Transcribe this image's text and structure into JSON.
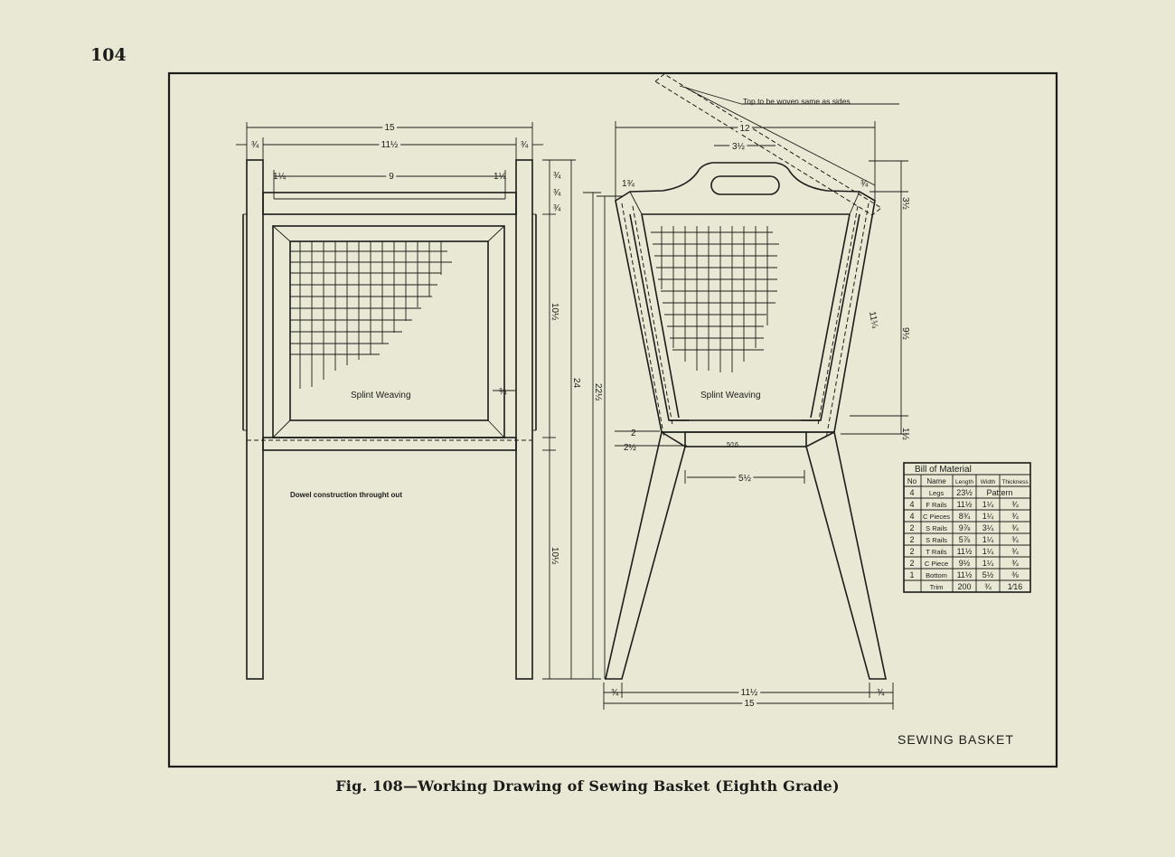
{
  "page_number": "104",
  "caption": "Fig. 108—Working Drawing of Sewing Basket (Eighth Grade)",
  "title_block": "SEWING BASKET",
  "notes": {
    "top_note": "Top to be woven same as sides",
    "weaving_left": "Splint Weaving",
    "weaving_right": "Splint Weaving",
    "dowel": "Dowel construction throught out"
  },
  "front_view_dims": {
    "overall_width": "15",
    "inner_width": "11½",
    "left_leg": "¾",
    "right_leg": "¾",
    "left_offset": "1¼",
    "right_offset": "1¼",
    "rail_span": "9",
    "top_dim_1": "¾",
    "top_dim_2": "¾",
    "top_dim_3": "¾",
    "upper_height": "10½",
    "lower_height": "10½",
    "total_height": "24",
    "leg_height": "22½",
    "frame_dim": "¾"
  },
  "side_view_dims": {
    "top_width": "12",
    "handle_width": "3½",
    "side_top_offset": "1¾",
    "corner_dim": "¾",
    "height_top": "3½",
    "slant_length": "11¼",
    "body_height": "9½",
    "base_height": "1½",
    "bottom_rail": "2",
    "bottom_offset": "2½",
    "center_piece": "5⁄16",
    "inner_bottom": "5½",
    "base_left": "¾",
    "base_right": "¾",
    "base_inner": "11½",
    "base_overall": "15"
  },
  "bill_of_material": {
    "title": "Bill of Material",
    "headers": [
      "No",
      "Name",
      "Length",
      "Width",
      "Thickness"
    ],
    "rows": [
      [
        "4",
        "Legs",
        "23½",
        "Pattern",
        ""
      ],
      [
        "4",
        "F Rails",
        "11½",
        "1¼",
        "¾"
      ],
      [
        "4",
        "C Pieces",
        "8¾",
        "1¼",
        "¾"
      ],
      [
        "2",
        "S Rails",
        "9⅞",
        "3¼",
        "¾"
      ],
      [
        "2",
        "S Rails",
        "5⅞",
        "1¼",
        "¾"
      ],
      [
        "2",
        "T Rails",
        "11½",
        "1¼",
        "¾"
      ],
      [
        "2",
        "C Piece",
        "9½",
        "1¼",
        "¾"
      ],
      [
        "1",
        "Bottom",
        "11½",
        "5½",
        "⅜"
      ],
      [
        "",
        "Trim",
        "200",
        "¾",
        "1⁄16"
      ]
    ]
  }
}
